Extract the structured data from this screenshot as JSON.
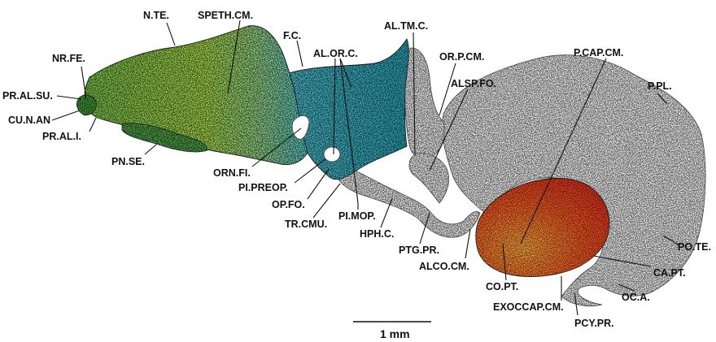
{
  "labels": {
    "n_te": "N.TE.",
    "speth_cm": "SPETH.CM.",
    "f_c": "F.C.",
    "al_tm_c": "AL.TM.C.",
    "al_or_c": "AL.OR.C.",
    "or_p_cm": "OR.P.CM.",
    "alsp_fo": "ALSP.FO.",
    "p_cap_cm": "P.CAP.CM.",
    "p_pl": "P.PL.",
    "nr_fe": "NR.FE.",
    "pr_al_su": "PR.AL.SU.",
    "cu_n_an": "CU.N.AN",
    "pr_al_i": "PR.AL.I.",
    "pn_se": "PN.SE.",
    "orn_fi": "ORN.FI.",
    "pi_preop": "PI.PREOP.",
    "op_fo": "OP.FO.",
    "tr_cmu": "TR.CMU.",
    "pi_mop": "PI.MOP.",
    "hph_c": "HPH.C.",
    "ptg_pr": "PTG.PR.",
    "alco_cm": "ALCO.CM.",
    "co_pt": "CO.PT.",
    "exoccap_cm": "EXOCCAP.CM.",
    "pcy_pr": "PCY.PR.",
    "oc_a": "OC.A.",
    "ca_pt": "CA.PT.",
    "po_te": "PO.TE."
  },
  "scale_bar": {
    "label": "1 mm"
  },
  "colors": {
    "nasal_green": "#8fcf4a",
    "nasal_dark": "#3f8f2a",
    "orbital_cyan": "#47b9c9",
    "orbital_dark": "#1d7f8f",
    "otic_red": "#ee3a1e",
    "otic_orange": "#f6801f",
    "stipple_gray": "#bdbdbd",
    "outline": "#222222"
  }
}
